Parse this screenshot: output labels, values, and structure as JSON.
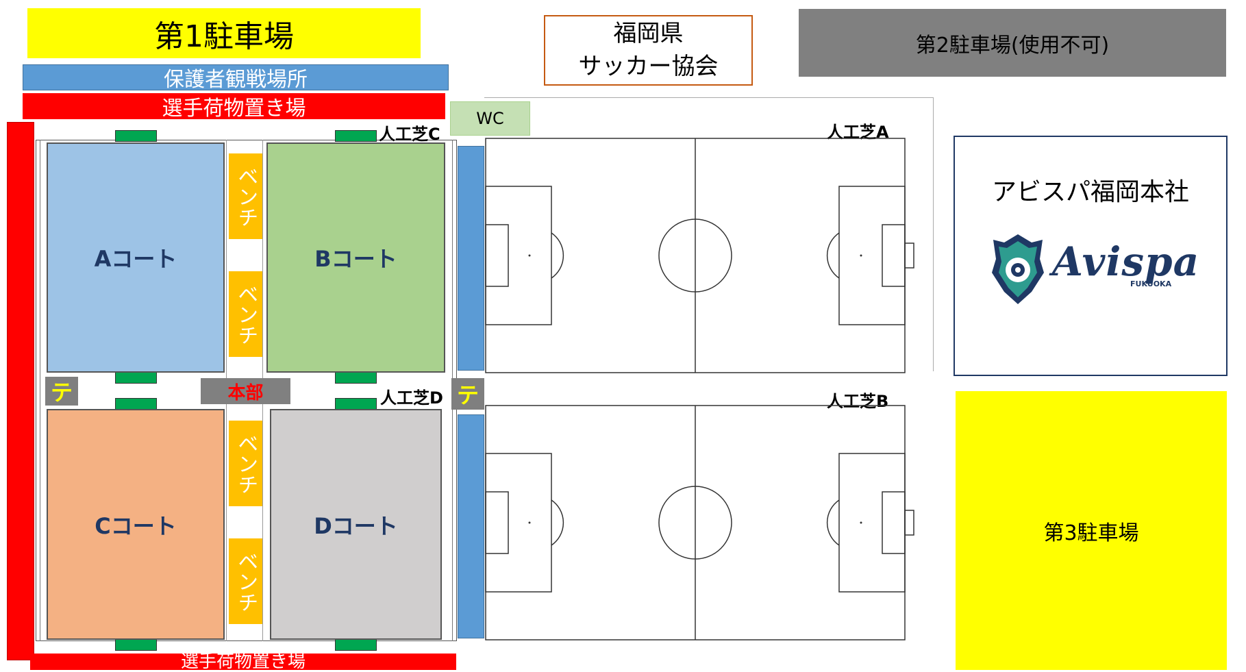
{
  "parking": {
    "p1": "第1駐車場",
    "p2": "第2駐車場(使用不可)",
    "p3": "第3駐車場"
  },
  "areas": {
    "guardian": "保護者観戦場所",
    "luggage_top": "選手荷物置き場",
    "luggage_bottom": "選手荷物置き場",
    "wc": "WC",
    "hq": "本部",
    "tent": "テ"
  },
  "association": {
    "line1": "福岡県",
    "line2": "サッカー協会"
  },
  "turf": {
    "a": "人工芝A",
    "b": "人工芝B",
    "c": "人工芝C",
    "d": "人工芝D"
  },
  "courts": {
    "a": "Aコート",
    "b": "Bコート",
    "c": "Cコート",
    "d": "Dコート"
  },
  "bench": "ベンチ",
  "avispa": {
    "title": "アビスパ福岡本社",
    "logo_text": "Avispa",
    "logo_sub": "FUKUOKA"
  },
  "colors": {
    "yellow": "#ffff00",
    "red": "#ff0000",
    "blue": "#5b9bd5",
    "court_a": "#9dc3e6",
    "court_b": "#a9d18e",
    "court_c": "#f4b183",
    "court_d": "#d0cece",
    "bench": "#ffc000",
    "gray": "#808080",
    "navy": "#1f3864"
  }
}
